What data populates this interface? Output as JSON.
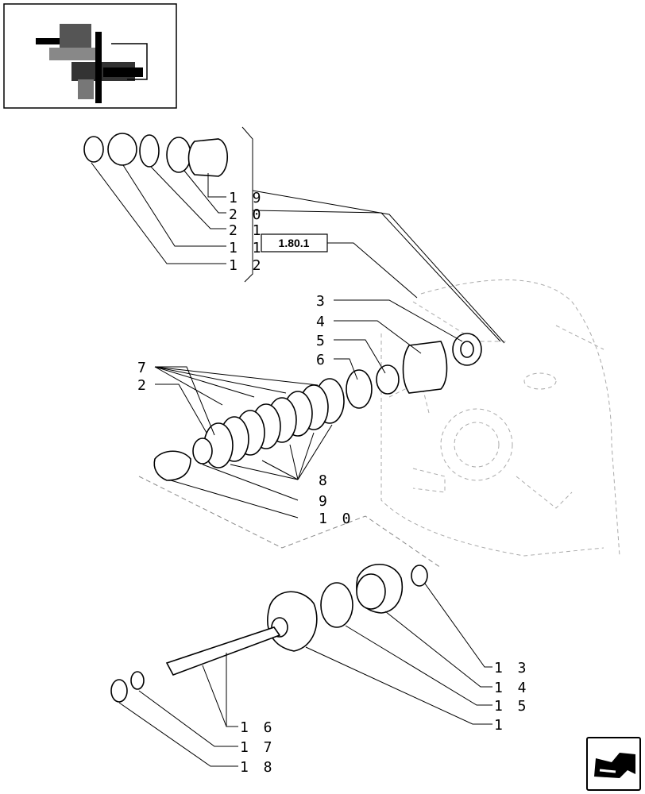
{
  "reference_box": {
    "label": "1.80.1"
  },
  "callouts": {
    "c19": "1 9",
    "c20": "2 0",
    "c21": "2 1",
    "c11": "1 1",
    "c12": "1 2",
    "c3": "3",
    "c4": "4",
    "c5": "5",
    "c6": "6",
    "c7": "7",
    "c2": "2",
    "c8": "8",
    "c9": "9",
    "c10": "1 0",
    "c13": "1 3",
    "c14": "1 4",
    "c15": "1 5",
    "c1": "1",
    "c16": "1 6",
    "c17": "1 7",
    "c18": "1 8"
  },
  "icons": {
    "thumbnail": "assembly-thumbnail-icon",
    "nav": "previous-page-arrow-icon"
  }
}
